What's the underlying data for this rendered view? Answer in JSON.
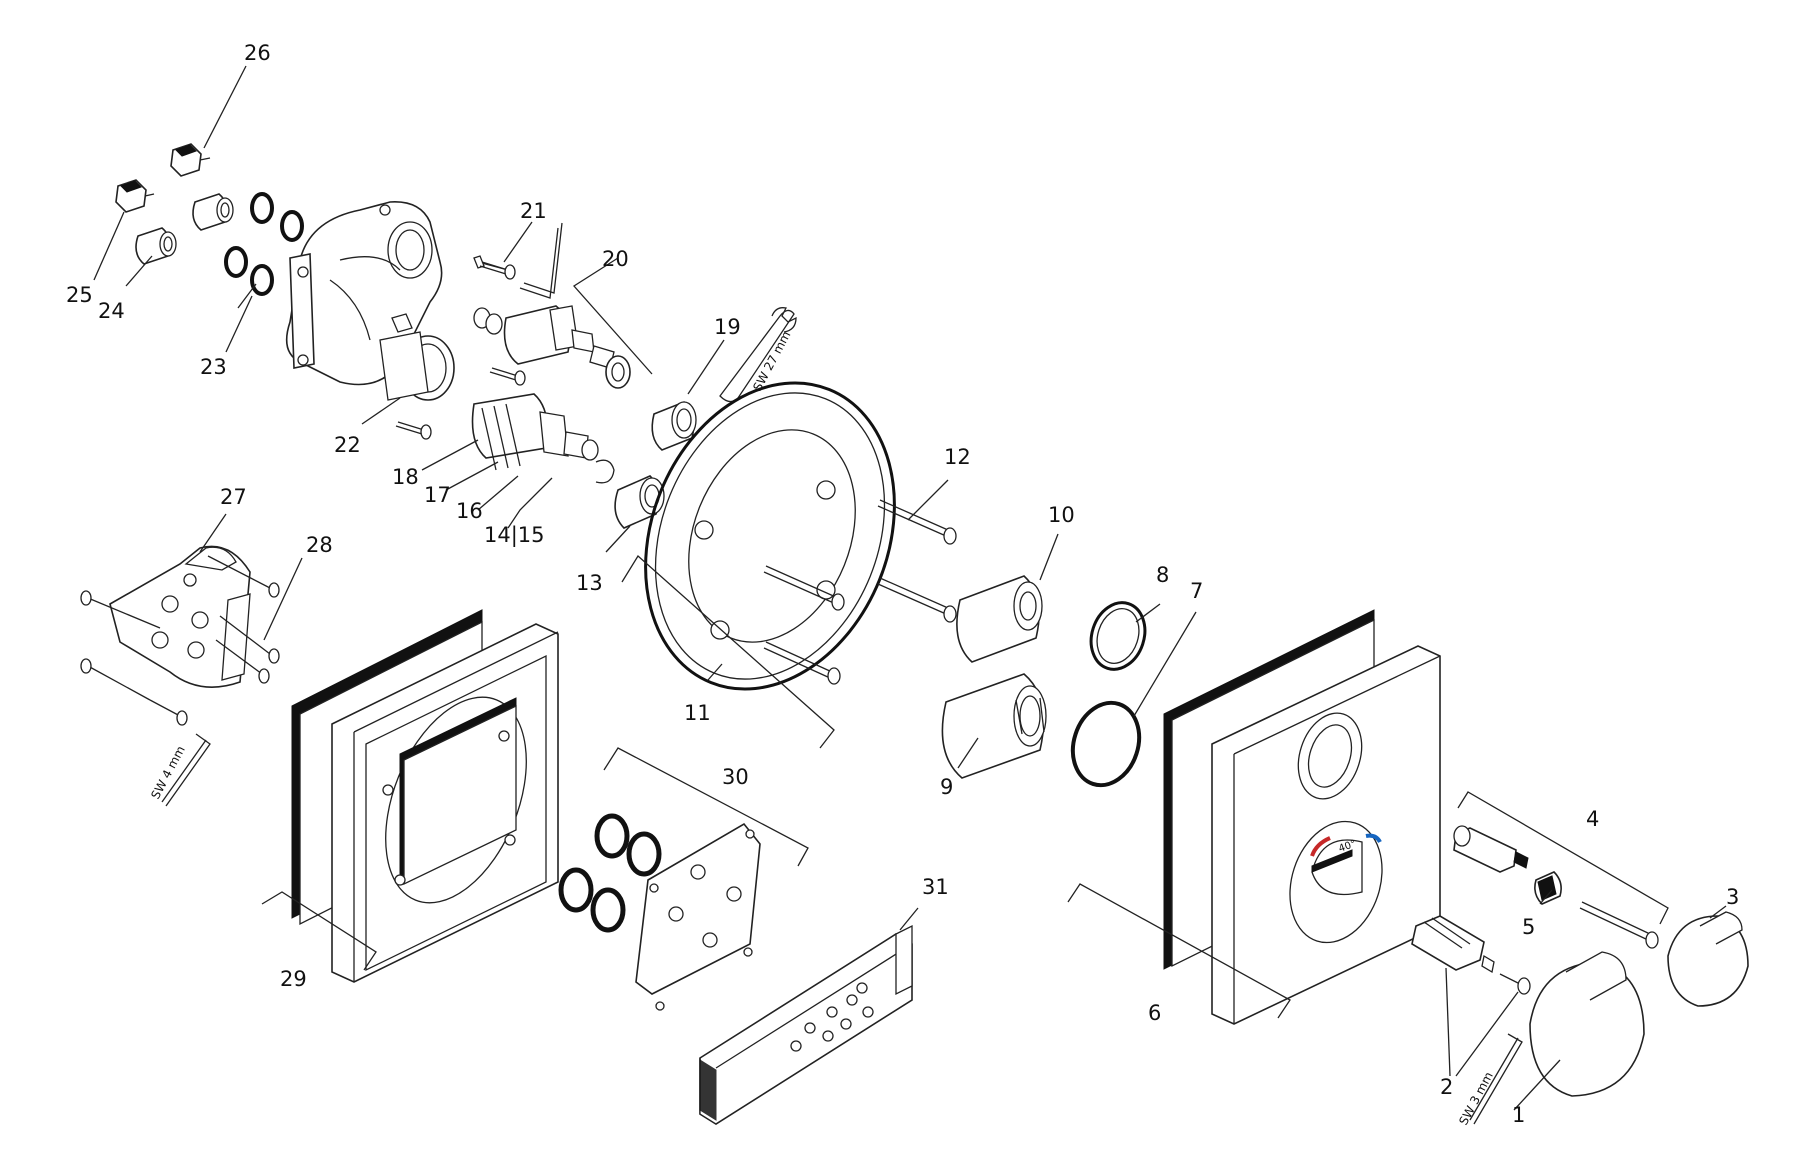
{
  "diagram": {
    "part_labels": [
      "1",
      "2",
      "3",
      "4",
      "5",
      "6",
      "7",
      "8",
      "9",
      "10",
      "11",
      "12",
      "13",
      "14|15",
      "16",
      "17",
      "18",
      "19",
      "20",
      "21",
      "22",
      "23",
      "24",
      "25",
      "26",
      "27",
      "28",
      "29",
      "30",
      "31"
    ],
    "tool_labels": {
      "sw27": "SW 27 mm",
      "sw4": "SW 4 mm",
      "sw3": "SW 3 mm"
    }
  }
}
